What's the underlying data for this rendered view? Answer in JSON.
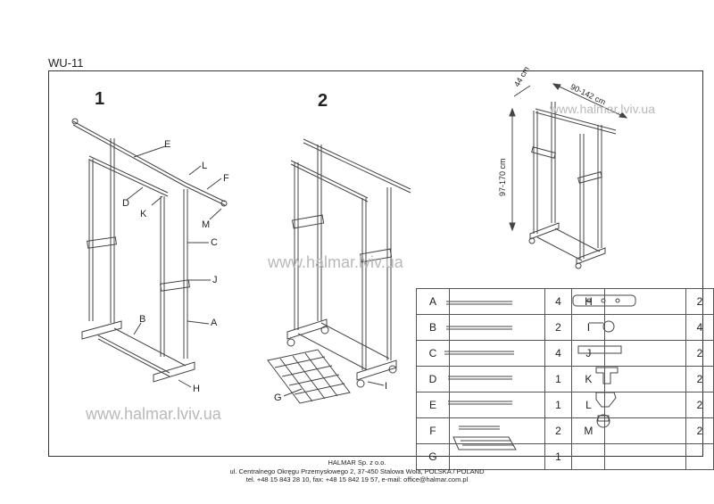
{
  "model": "WU-11",
  "steps": [
    "1",
    "2"
  ],
  "callouts1": [
    "E",
    "L",
    "F",
    "D",
    "K",
    "M",
    "C",
    "J",
    "B",
    "A",
    "H"
  ],
  "callouts2": [
    "G",
    "I"
  ],
  "dimensions": {
    "depth": "44 cm",
    "width": "90-142 cm",
    "height": "97-170 cm"
  },
  "watermark": "www.halmar.lviv.ua",
  "parts": [
    {
      "left": "A",
      "left_qty": "4",
      "right": "H",
      "right_qty": "2"
    },
    {
      "left": "B",
      "left_qty": "2",
      "right": "I",
      "right_qty": "4"
    },
    {
      "left": "C",
      "left_qty": "4",
      "right": "J",
      "right_qty": "2"
    },
    {
      "left": "D",
      "left_qty": "1",
      "right": "K",
      "right_qty": "2"
    },
    {
      "left": "E",
      "left_qty": "1",
      "right": "L",
      "right_qty": "2"
    },
    {
      "left": "F",
      "left_qty": "2",
      "right": "M",
      "right_qty": "2"
    },
    {
      "left": "G",
      "left_qty": "1",
      "right": "",
      "right_qty": ""
    }
  ],
  "footer": {
    "line1": "HALMAR Sp. z o.o.",
    "line2": "ul. Centralnego Okręgu Przemysłowego 2, 37-450 Stalowa Wola, POLSKA / POLAND",
    "line3": "tel. +48 15 843 28 10, fax: +48 15 842 19 57, e-mail: office@halmar.com.pl"
  }
}
